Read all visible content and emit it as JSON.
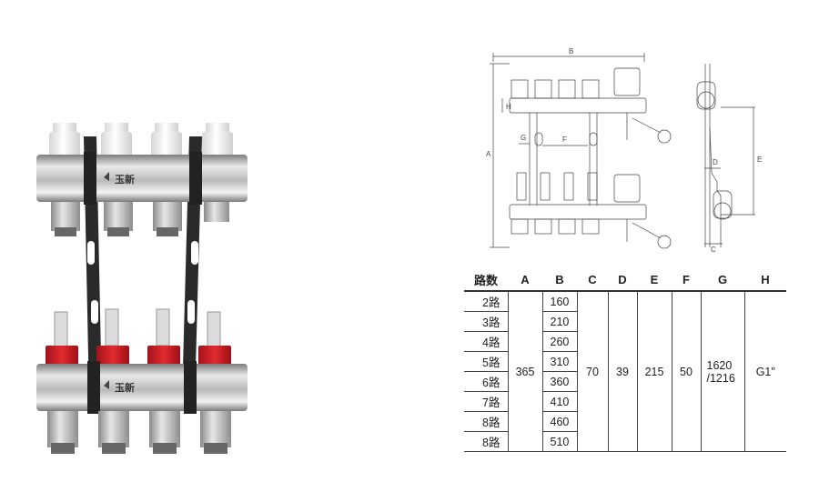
{
  "logo": {
    "brand_text": "玉新"
  },
  "drawing": {
    "dim_labels": {
      "A": "A",
      "B": "B",
      "C": "C",
      "D": "D",
      "E": "E",
      "F": "F",
      "G": "G",
      "H": "H"
    }
  },
  "table": {
    "headers": [
      "路数",
      "A",
      "B",
      "C",
      "D",
      "E",
      "F",
      "G",
      "H"
    ],
    "rows": [
      {
        "label": "2路",
        "B": "160"
      },
      {
        "label": "3路",
        "B": "210"
      },
      {
        "label": "4路",
        "B": "260"
      },
      {
        "label": "5路",
        "B": "310"
      },
      {
        "label": "6路",
        "B": "360"
      },
      {
        "label": "7路",
        "B": "410"
      },
      {
        "label": "8路",
        "B": "460"
      },
      {
        "label": "8路",
        "B": "510"
      }
    ],
    "merged": {
      "A": "365",
      "C": "70",
      "D": "39",
      "E": "215",
      "F": "50",
      "G_line1": "1620",
      "G_line2": "/1216",
      "H": "G1\""
    }
  }
}
